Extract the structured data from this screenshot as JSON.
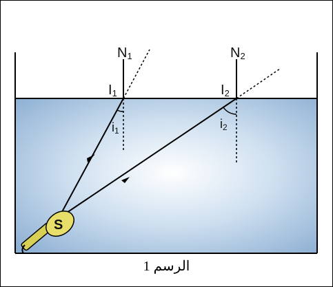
{
  "labels": {
    "normal_1": "N",
    "normal_1_sub": "1",
    "normal_2": "N",
    "normal_2_sub": "2",
    "point_1": "I",
    "point_1_sub": "1",
    "point_2": "I",
    "point_2_sub": "2",
    "angle_1": "i",
    "angle_1_sub": "1",
    "angle_2": "i",
    "angle_2_sub": "2",
    "source": "S"
  },
  "caption": "الرسم 1",
  "colors": {
    "water_center": "#ffffff",
    "water_edge": "#8fb3d6",
    "line": "#000000",
    "source_fill": "#e8de6a"
  }
}
